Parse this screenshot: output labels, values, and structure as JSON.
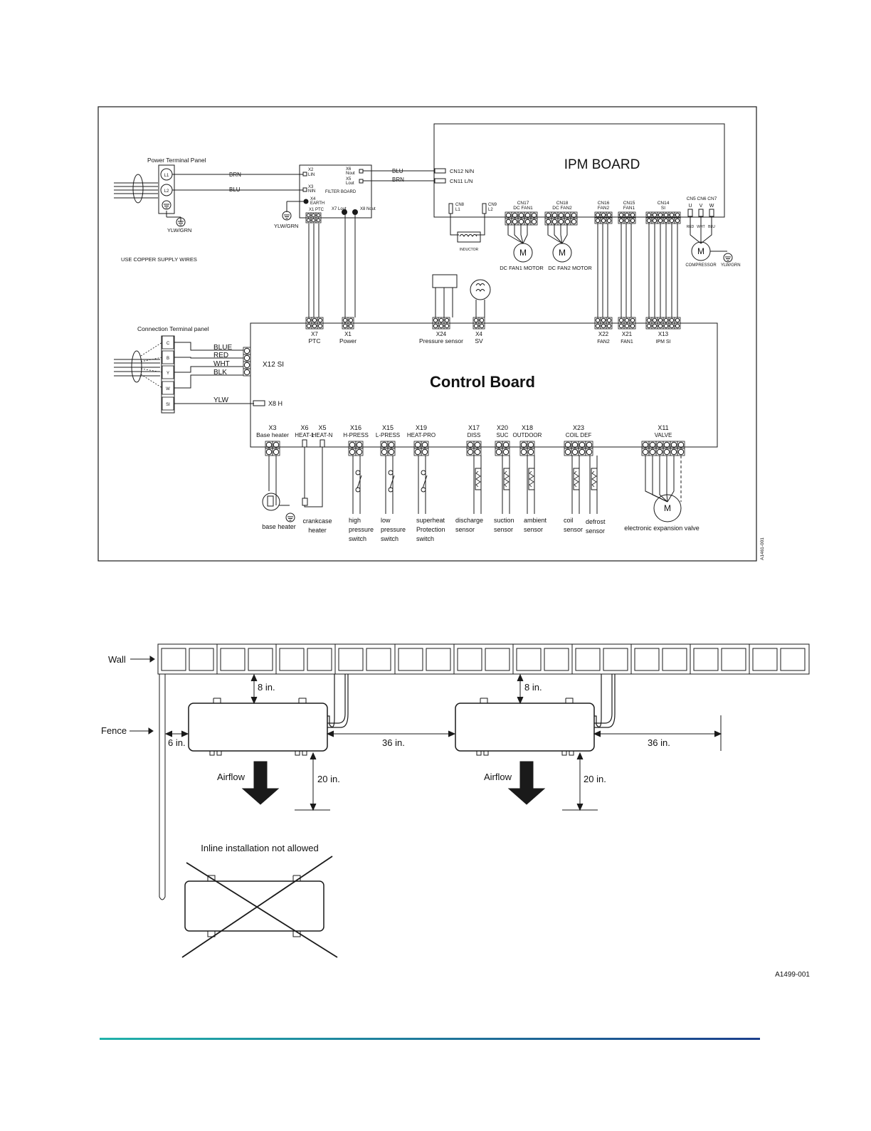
{
  "colors": {
    "line": "#1a1a1a",
    "bar_start": "#20b2aa",
    "bar_end": "#1c3f8c"
  },
  "wiring": {
    "power_terminal_title": "Power Terminal Panel",
    "power_terminals": [
      "L1",
      "L2"
    ],
    "ground_label": "YLW/GRN",
    "copper_note": "USE COPPER SUPPLY WIRES",
    "brn": "BRN",
    "blu": "BLU",
    "filter": {
      "x2": "X2",
      "lin": "LIN",
      "x3": "X3",
      "nin": "NIN",
      "x4": "X4",
      "earth": "EARTH",
      "x1_ptc": "X1 PTC",
      "x6": "X6",
      "nout": "Nout",
      "x5": "X5",
      "lout": "Lout",
      "board_label": "FILTER   BOARD",
      "x7_lout": "X7 Lout",
      "x8_nout": "X8 Nout"
    },
    "filter_ground": "YLW/GRN",
    "ipm": {
      "title": "IPM BOARD",
      "cn12": "CN12  N/N",
      "cn11": "CN11  L/N",
      "cn8": "CN8",
      "l1": "L1",
      "cn9": "CN9",
      "l2": "L2",
      "inductor": "INDUCTOR",
      "cn17": "CN17",
      "dc_fan1": "DC FAN1",
      "cn18": "CN18",
      "dc_fan2": "DC FAN2",
      "cn16": "CN16",
      "fan2": "FAN2",
      "cn15": "CN15",
      "fan1": "FAN1",
      "cn14": "CN14",
      "si": "SI",
      "cn567": "CN5 CN6 CN7",
      "uvw": [
        "U",
        "V",
        "W"
      ],
      "phase_wires": [
        "RED",
        "WHT",
        "BLU"
      ],
      "fan1_motor": "DC FAN1 MOTOR",
      "fan2_motor": "DC FAN2  MOTOR",
      "compressor": "COMPRESSOR",
      "comp_ground": "YLW/GRN",
      "motor_letter": "M"
    },
    "connection_title": "Connection Terminal panel",
    "conn_terminals": [
      "C",
      "B",
      "Y",
      "W",
      "SI"
    ],
    "wire_colors": [
      "BLUE",
      "RED",
      "WHT",
      "BLK"
    ],
    "ylw": "YLW",
    "x12": "X12 SI",
    "x8": "X8 H",
    "control_title": "Control Board",
    "top_connectors": [
      {
        "id": "X7",
        "name": "PTC"
      },
      {
        "id": "X1",
        "name": "Power"
      },
      {
        "id": "X24",
        "name": "Pressure sensor"
      },
      {
        "id": "X4",
        "name": "SV"
      },
      {
        "id": "X22",
        "name": "FAN2"
      },
      {
        "id": "X21",
        "name": "FAN1"
      },
      {
        "id": "X13",
        "name": "IPM SI"
      }
    ],
    "bottom_connectors": [
      {
        "id": "X3",
        "name": "Base heater"
      },
      {
        "id": "X6",
        "name": "HEAT-L"
      },
      {
        "id": "X5",
        "name": "HEAT-N"
      },
      {
        "id": "X16",
        "name": "H-PRESS"
      },
      {
        "id": "X15",
        "name": "L-PRESS"
      },
      {
        "id": "X19",
        "name": "HEAT-PRO"
      },
      {
        "id": "X17",
        "name": "DISS"
      },
      {
        "id": "X20",
        "name": "SUC"
      },
      {
        "id": "X18",
        "name": "OUTDOOR"
      },
      {
        "id": "X23",
        "name": "COIL   DEF"
      },
      {
        "id": "X11",
        "name": "VALVE"
      }
    ],
    "components": [
      [
        "base heater"
      ],
      [
        "crankcase",
        "heater"
      ],
      [
        "high",
        "pressure",
        "switch"
      ],
      [
        "low",
        "pressure",
        "switch"
      ],
      [
        "superheat",
        "Protection",
        "switch"
      ],
      [
        "discharge",
        "sensor"
      ],
      [
        "suction",
        "sensor"
      ],
      [
        "ambient",
        "sensor"
      ],
      [
        "coil",
        "sensor"
      ],
      [
        "defrost",
        "sensor"
      ],
      [
        "electronic expansion valve"
      ]
    ],
    "figure_code": "A1461-001"
  },
  "clearance": {
    "wall": "Wall",
    "fence": "Fence",
    "eight_in": "8 in.",
    "six_in": "6 in.",
    "thirtysix_in": "36 in.",
    "twenty_in": "20 in.",
    "airflow": "Airflow",
    "inline": "Inline installation not allowed",
    "figure_code": "A1499-001"
  }
}
